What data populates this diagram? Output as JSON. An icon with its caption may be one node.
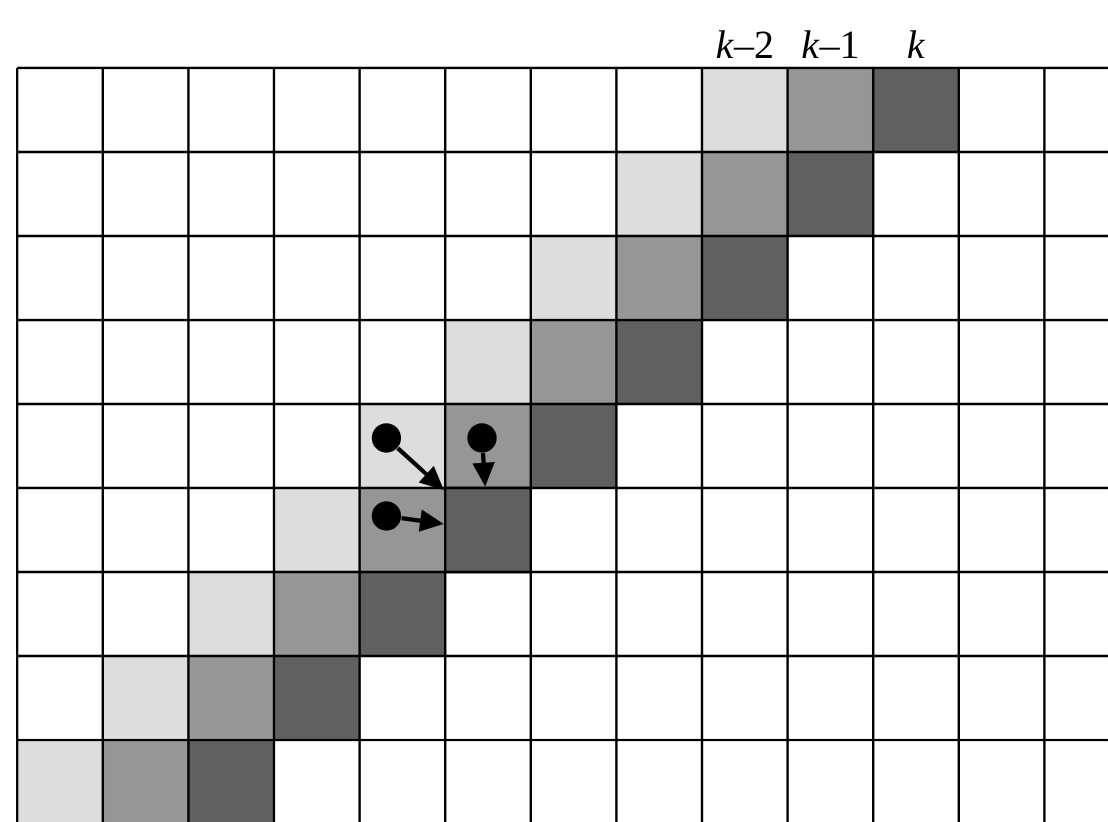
{
  "diagram": {
    "nodes": [
      {
        "text": [],
        "shape": "circle"
      },
      {
        "text": [],
        "shape": "circle"
      },
      {
        "text": [],
        "shape": "circle"
      },
      {
        "text": [],
        "shape": "box"
      }
    ],
    "edges": [
      {
        "from": 0,
        "to": 3,
        "arrow": "to"
      },
      {
        "from": 1,
        "to": 3,
        "arrow": "to"
      },
      {
        "from": 2,
        "to": 3,
        "arrow": "to"
      }
    ],
    "labels": [
      "*k*–2",
      "*k*–1",
      "*k*"
    ]
  }
}
